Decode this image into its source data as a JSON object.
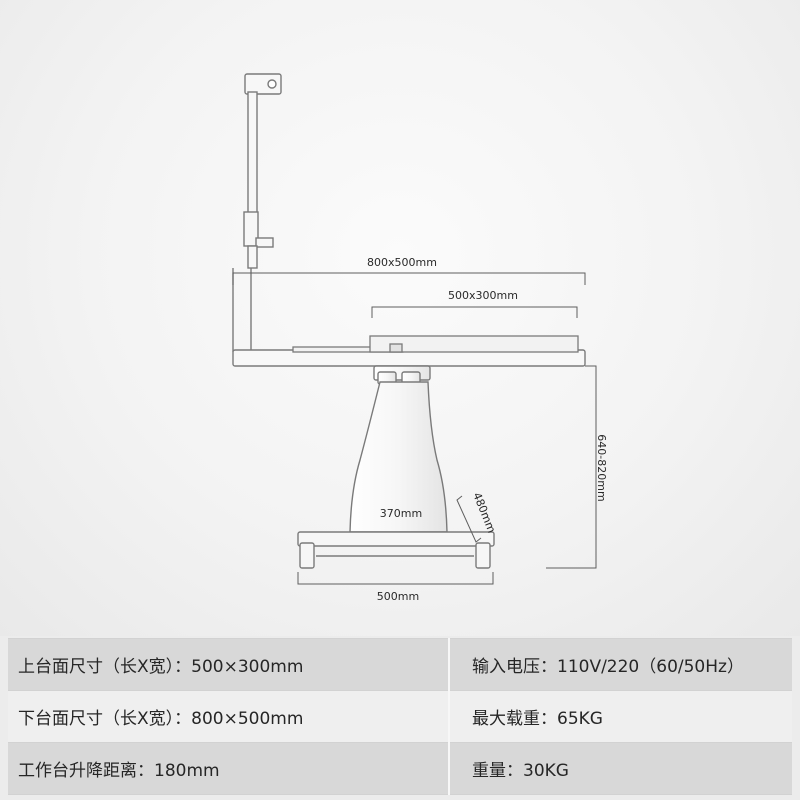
{
  "diagram": {
    "dimensions": {
      "lower_top": "800x500mm",
      "upper_top": "500x300mm",
      "height_range": "640-820mm",
      "column_width": "370mm",
      "base_depth": "480mm",
      "base_width": "500mm"
    }
  },
  "specs": {
    "rows": [
      {
        "left": "上台面尺寸（长X宽）：500×300mm",
        "right": "输入电压：110V/220（60/50Hz）"
      },
      {
        "left": "下台面尺寸（长X宽）：800×500mm",
        "right": "最大载重：65KG"
      },
      {
        "left": "工作台升降距离：180mm",
        "right": "重量：30KG"
      }
    ]
  }
}
